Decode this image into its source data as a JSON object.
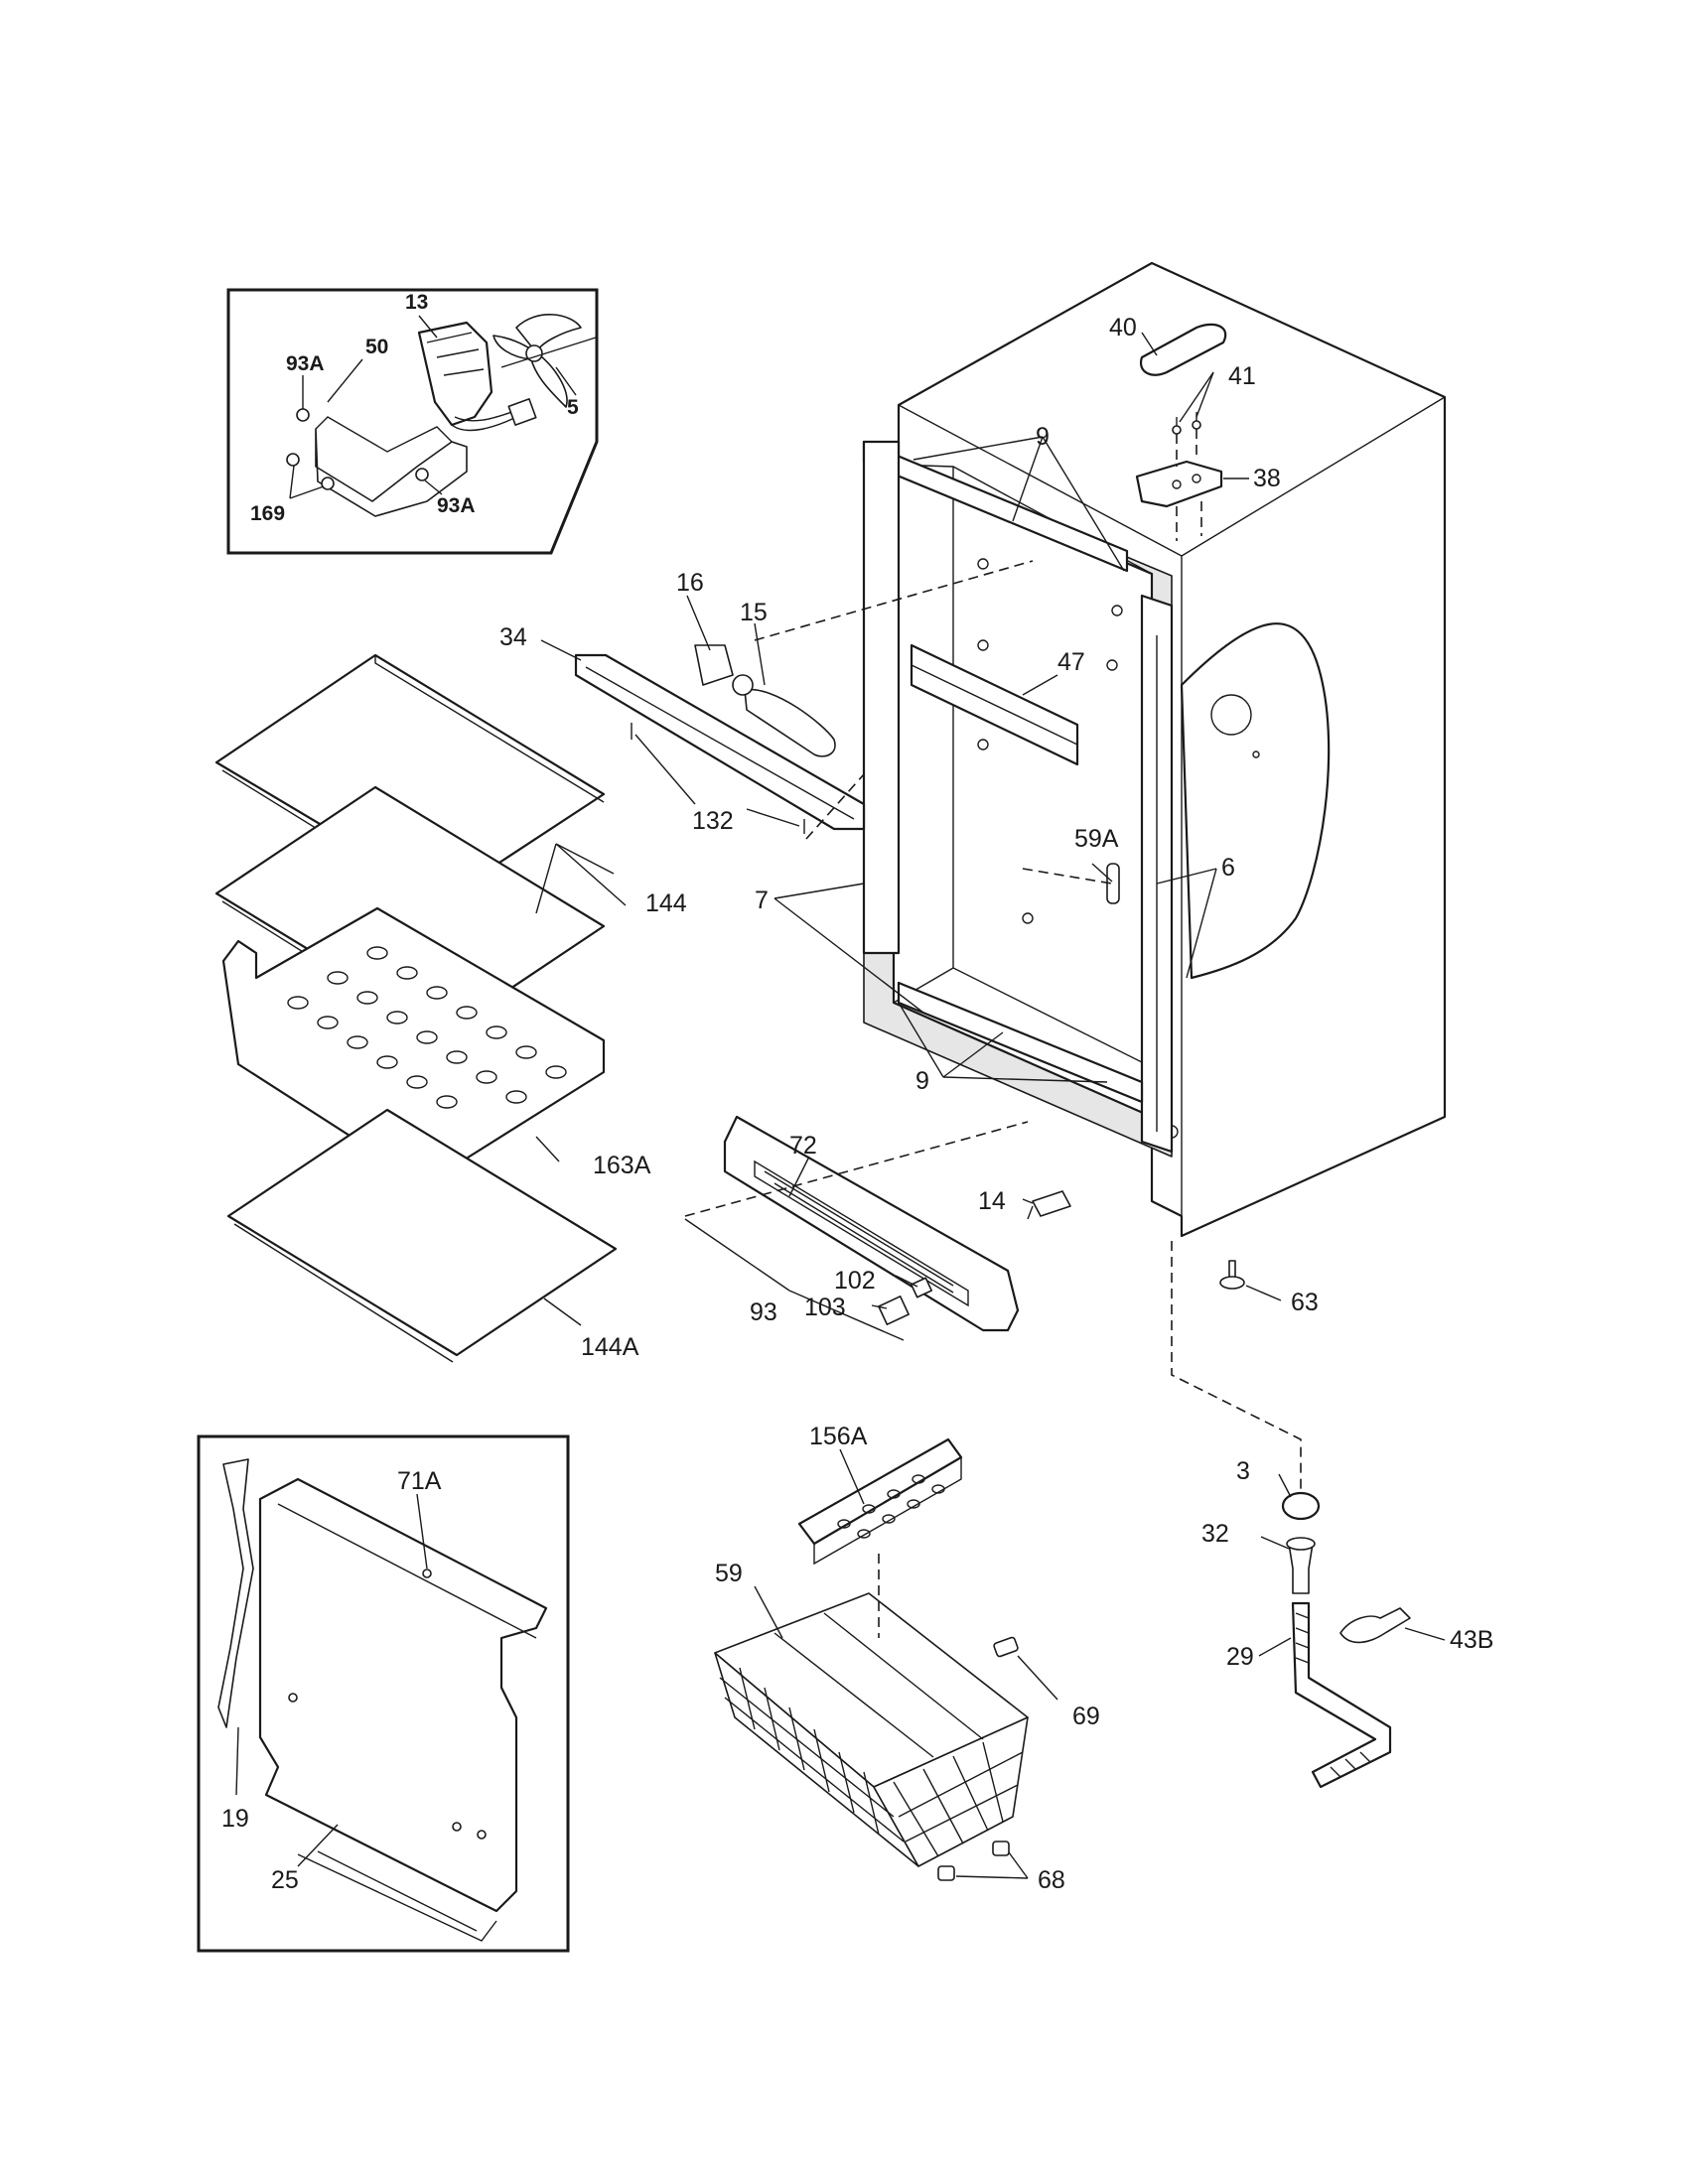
{
  "callouts": {
    "c13": "13",
    "c50": "50",
    "c93a_top": "93A",
    "c5": "5",
    "c169": "169",
    "c93a_bot": "93A",
    "c40": "40",
    "c41": "41",
    "c38": "38",
    "c9_top": "9",
    "c16": "16",
    "c15": "15",
    "c34": "34",
    "c47": "47",
    "c132": "132",
    "c7": "7",
    "c59a": "59A",
    "c6": "6",
    "c144": "144",
    "c163a": "163A",
    "c9_bot": "9",
    "c72": "72",
    "c14": "14",
    "c102": "102",
    "c103": "103",
    "c93": "93",
    "c63": "63",
    "c144a": "144A",
    "c71a": "71A",
    "c156a": "156A",
    "c3": "3",
    "c32": "32",
    "c59": "59",
    "c43b": "43B",
    "c29": "29",
    "c69": "69",
    "c19": "19",
    "c25": "25",
    "c68": "68"
  },
  "colors": {
    "ink": "#1a1a1a",
    "paper": "#ffffff"
  }
}
